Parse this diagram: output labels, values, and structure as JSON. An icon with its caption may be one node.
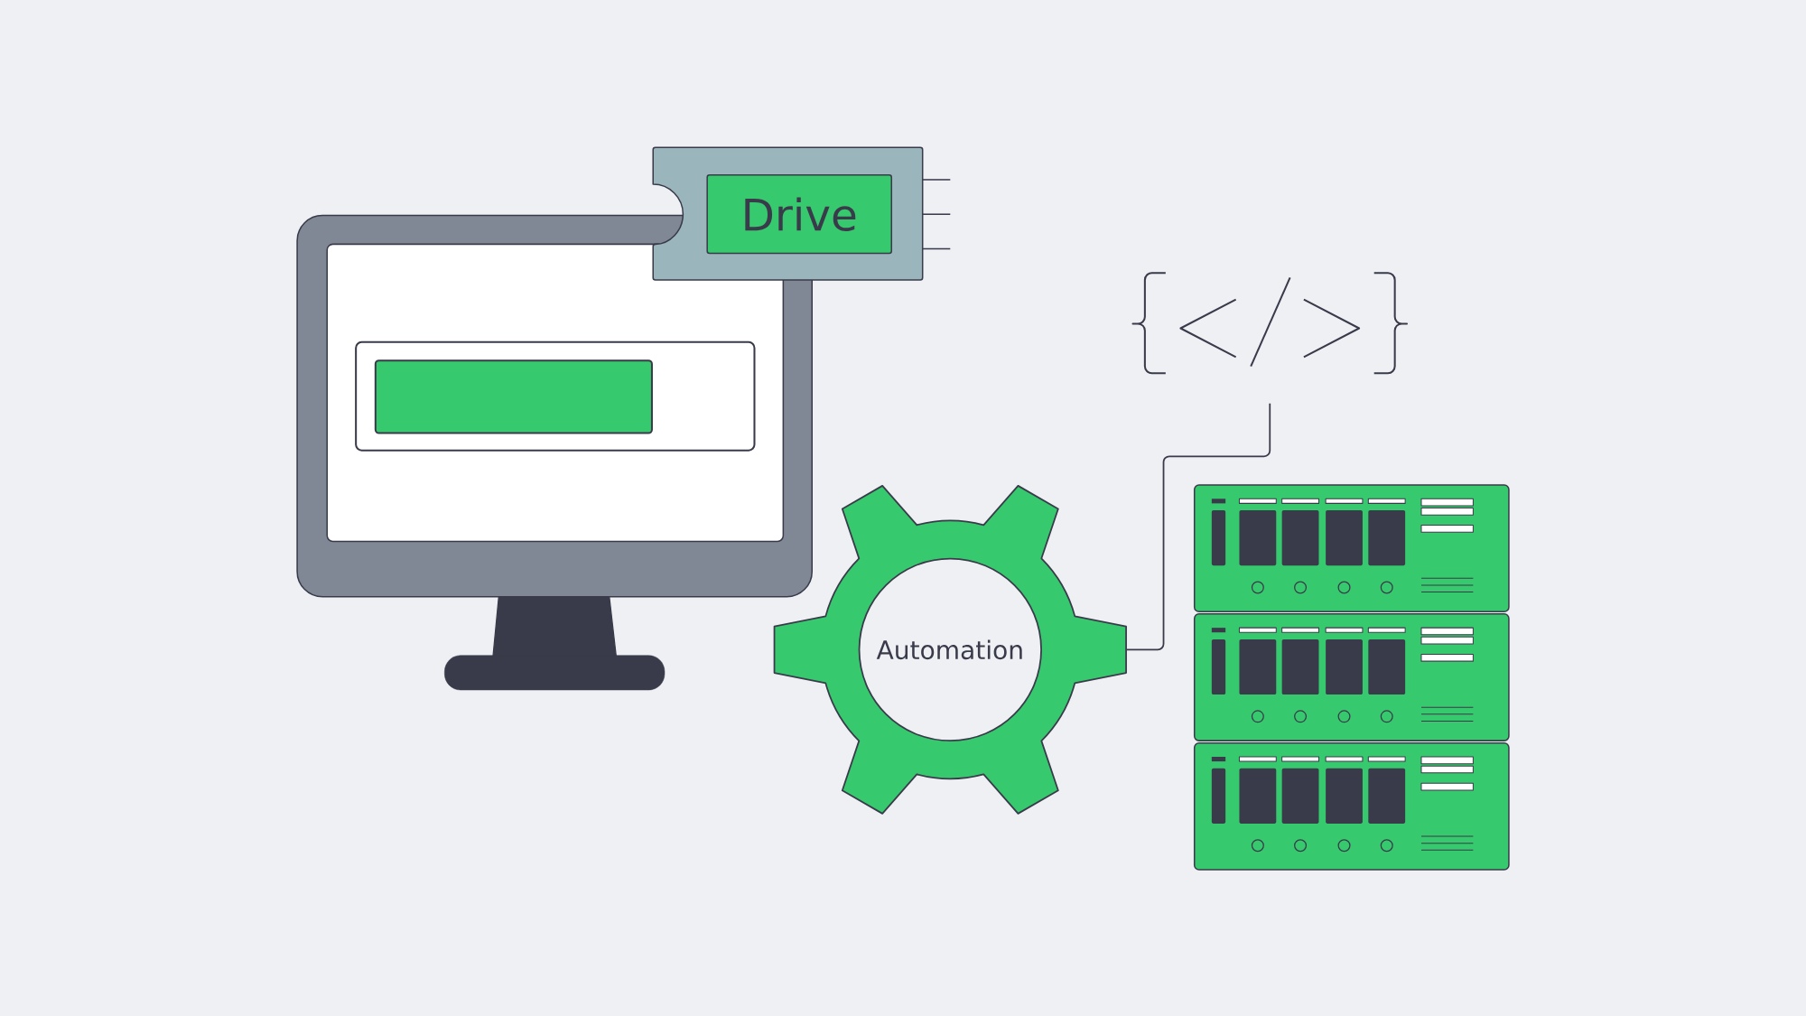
{
  "diagram": {
    "nodes": [
      {
        "text": [
          "Drive"
        ]
      },
      {
        "text": [
          "Automation"
        ]
      },
      {
        "text": [],
        "shape": "picture"
      }
    ],
    "edges": [
      {
        "from": 1,
        "to": 2,
        "arrow": "none"
      }
    ]
  }
}
